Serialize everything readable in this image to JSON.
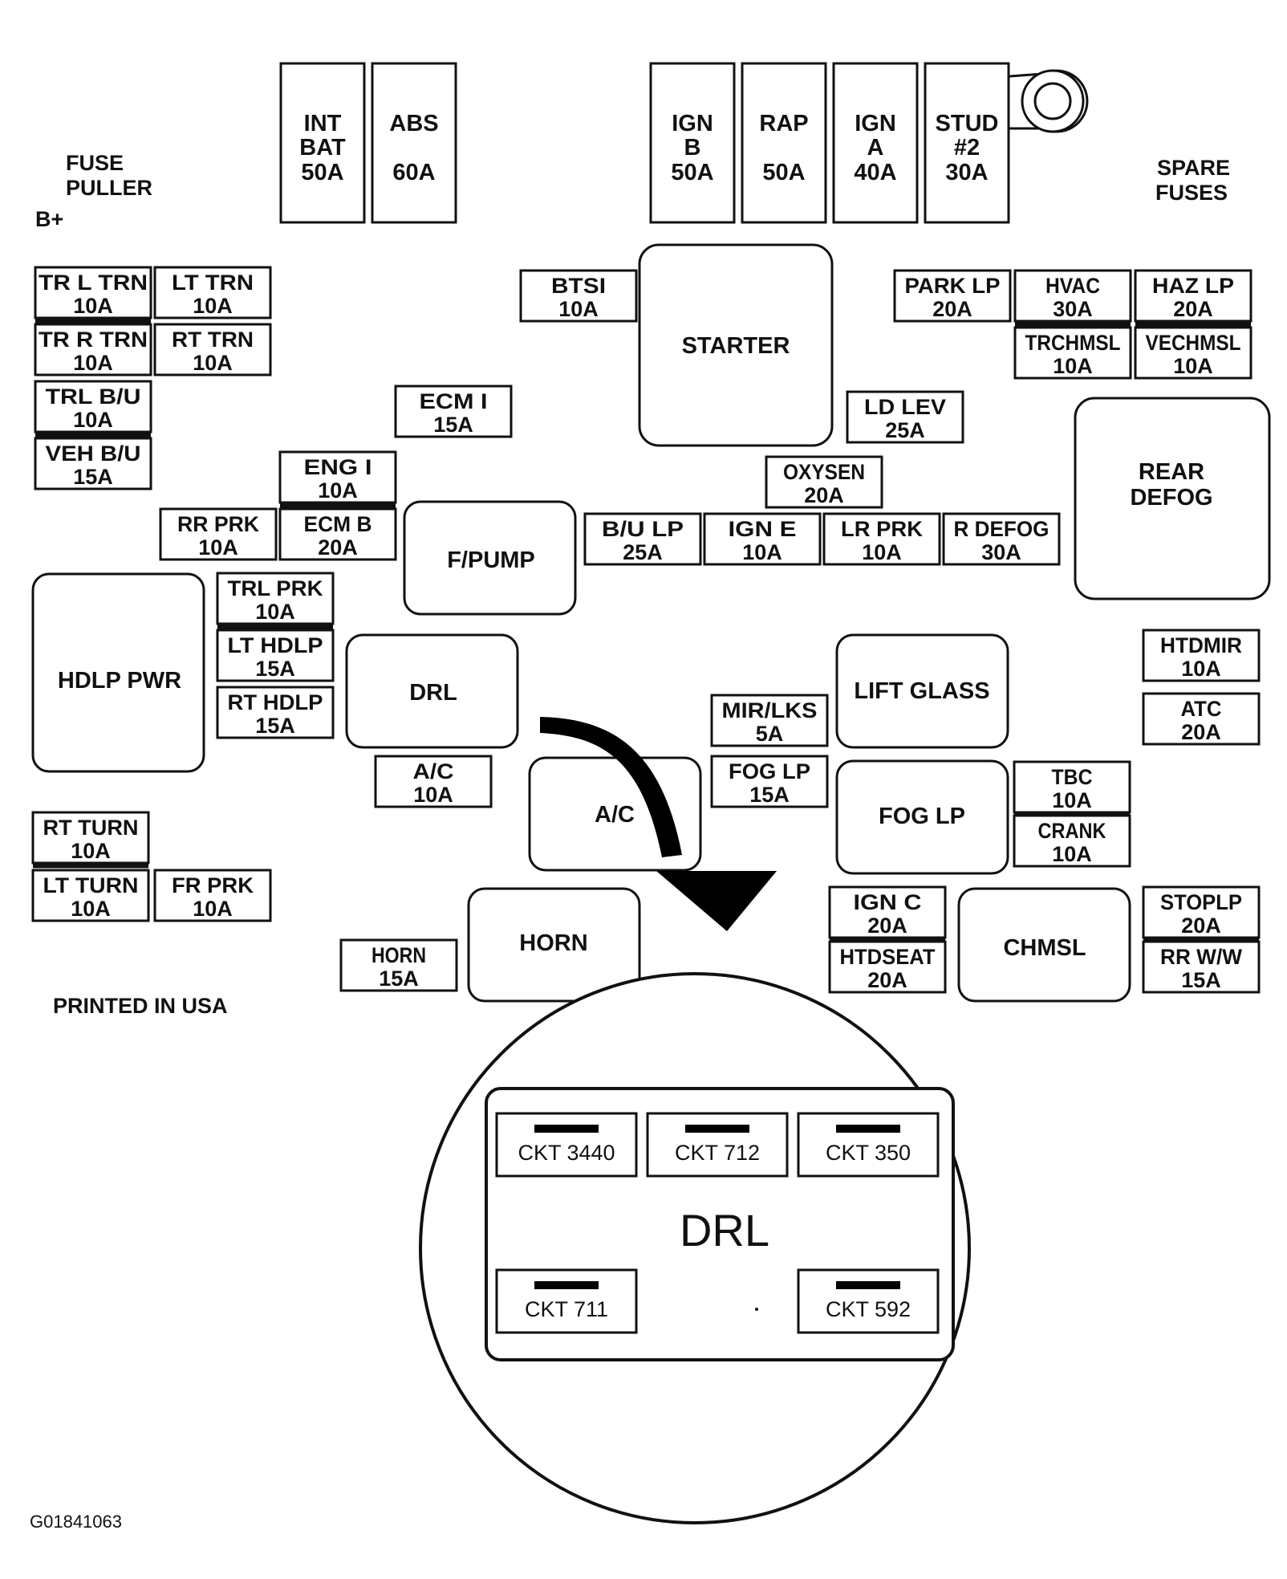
{
  "notes": {
    "fuse_puller_1": "FUSE",
    "fuse_puller_2": "PULLER",
    "b_plus": "B+",
    "spare_1": "SPARE",
    "spare_2": "FUSES",
    "printed": "PRINTED IN USA",
    "figure_code": "G01841063"
  },
  "maxi_fuses": [
    {
      "lines": [
        "INT",
        "BAT",
        "50A"
      ]
    },
    {
      "lines": [
        "ABS",
        "60A"
      ]
    },
    {
      "lines": [
        "IGN",
        "B",
        "50A"
      ]
    },
    {
      "lines": [
        "RAP",
        "50A"
      ]
    },
    {
      "lines": [
        "IGN",
        "A",
        "40A"
      ]
    },
    {
      "lines": [
        "STUD",
        "#2",
        "30A"
      ]
    }
  ],
  "fuses": [
    {
      "name": "TR L TRN",
      "rating": "10A"
    },
    {
      "name": "LT TRN",
      "rating": "10A"
    },
    {
      "name": "TR R TRN",
      "rating": "10A"
    },
    {
      "name": "RT TRN",
      "rating": "10A"
    },
    {
      "name": "TRL B/U",
      "rating": "10A"
    },
    {
      "name": "VEH B/U",
      "rating": "15A"
    },
    {
      "name": "BTSI",
      "rating": "10A"
    },
    {
      "name": "ECM I",
      "rating": "15A"
    },
    {
      "name": "ENG I",
      "rating": "10A"
    },
    {
      "name": "RR PRK",
      "rating": "10A"
    },
    {
      "name": "ECM B",
      "rating": "20A"
    },
    {
      "name": "PARK LP",
      "rating": "20A"
    },
    {
      "name": "HVAC",
      "rating": "30A"
    },
    {
      "name": "HAZ LP",
      "rating": "20A"
    },
    {
      "name": "TRCHMSL",
      "rating": "10A"
    },
    {
      "name": "VECHMSL",
      "rating": "10A"
    },
    {
      "name": "LD LEV",
      "rating": "25A"
    },
    {
      "name": "OXYSEN",
      "rating": "20A"
    },
    {
      "name": "B/U LP",
      "rating": "25A"
    },
    {
      "name": "IGN E",
      "rating": "10A"
    },
    {
      "name": "LR PRK",
      "rating": "10A"
    },
    {
      "name": "R DEFOG",
      "rating": "30A"
    },
    {
      "name": "TRL PRK",
      "rating": "10A"
    },
    {
      "name": "LT HDLP",
      "rating": "15A"
    },
    {
      "name": "RT HDLP",
      "rating": "15A"
    },
    {
      "name": "A/C",
      "rating": "10A"
    },
    {
      "name": "MIR/LKS",
      "rating": "5A"
    },
    {
      "name": "FOG LP",
      "rating": "15A"
    },
    {
      "name": "HTDMIR",
      "rating": "10A"
    },
    {
      "name": "ATC",
      "rating": "20A"
    },
    {
      "name": "TBC",
      "rating": "10A"
    },
    {
      "name": "CRANK",
      "rating": "10A"
    },
    {
      "name": "RT TURN",
      "rating": "10A"
    },
    {
      "name": "LT TURN",
      "rating": "10A"
    },
    {
      "name": "FR PRK",
      "rating": "10A"
    },
    {
      "name": "HORN",
      "rating": "15A"
    },
    {
      "name": "IGN C",
      "rating": "20A"
    },
    {
      "name": "HTDSEAT",
      "rating": "20A"
    },
    {
      "name": "STOPLP",
      "rating": "20A"
    },
    {
      "name": "RR W/W",
      "rating": "15A"
    }
  ],
  "relays": [
    {
      "lines": [
        "STARTER"
      ]
    },
    {
      "lines": [
        "REAR",
        "DEFOG"
      ]
    },
    {
      "lines": [
        "F/PUMP"
      ]
    },
    {
      "lines": [
        "HDLP PWR"
      ]
    },
    {
      "lines": [
        "DRL"
      ]
    },
    {
      "lines": [
        "LIFT GLASS"
      ]
    },
    {
      "lines": [
        "A/C"
      ]
    },
    {
      "lines": [
        "FOG LP"
      ]
    },
    {
      "lines": [
        "HORN"
      ]
    },
    {
      "lines": [
        "CHMSL"
      ]
    }
  ],
  "detail": {
    "title": "DRL",
    "terminals": [
      "CKT 3440",
      "CKT 712",
      "CKT 350",
      "CKT 711",
      "CKT 592"
    ]
  }
}
